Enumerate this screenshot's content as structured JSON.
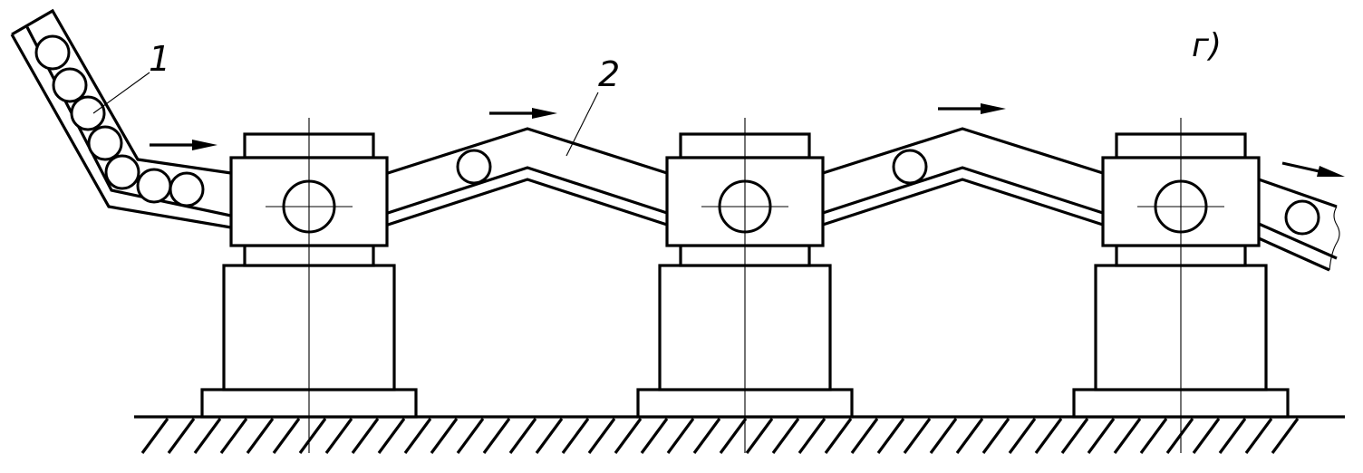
{
  "figure": {
    "callouts": [
      {
        "id": "1",
        "text": "1"
      },
      {
        "id": "2",
        "text": "2"
      }
    ],
    "panel_letter": "г)"
  },
  "machines": [
    {
      "name": "machine-1"
    },
    {
      "name": "machine-2"
    },
    {
      "name": "machine-3"
    }
  ],
  "colors": {
    "line": "#000000",
    "background": "#ffffff"
  }
}
